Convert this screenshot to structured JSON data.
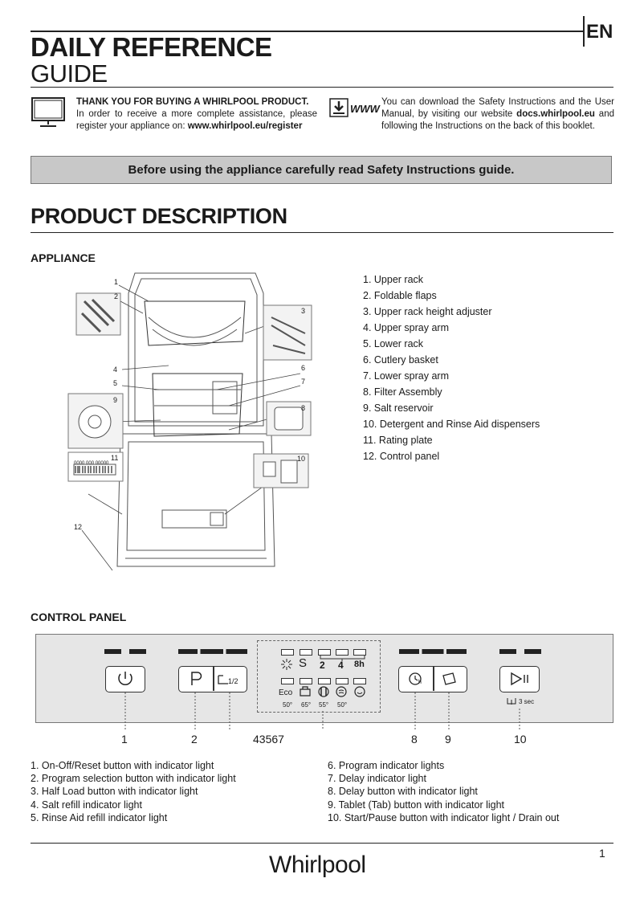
{
  "header": {
    "lang": "EN",
    "title_line1": "DAILY REFERENCE",
    "title_line2": "GUIDE"
  },
  "intro": {
    "thanks_bold": "THANK YOU FOR BUYING A WHIRLPOOL PRODUCT.",
    "thanks_text": "In order to receive a more complete assistance, please register your appliance on: ",
    "register_url": "www.whirlpool.eu/register",
    "download_text_1": "You can download the Safety Instructions and the User Manual, by visiting our website ",
    "docs_url": "docs.whirlpool.eu",
    "download_text_2": " and following the Instructions on the back of this booklet.",
    "www_label": "WWW"
  },
  "banner": "Before using the appliance carefully read Safety Instructions guide.",
  "product_description": {
    "heading": "PRODUCT  DESCRIPTION",
    "appliance_heading": "APPLIANCE",
    "parts": [
      "1.  Upper rack",
      "2.  Foldable flaps",
      "3.  Upper rack height adjuster",
      "4.  Upper spray arm",
      "5.  Lower rack",
      "6.  Cutlery basket",
      "7.  Lower spray arm",
      "8.  Filter Assembly",
      "9.  Salt reservoir",
      "10.  Detergent and Rinse Aid dispensers",
      "11.  Rating plate",
      "12.  Control panel"
    ],
    "callouts": [
      "1",
      "2",
      "3",
      "4",
      "5",
      "6",
      "7",
      "8",
      "9",
      "10",
      "11",
      "12"
    ],
    "rating_plate_text": "0000 000 00000"
  },
  "control_panel": {
    "heading": "CONTROL PANEL",
    "half_load": "1/2",
    "salt_symbol": "S",
    "delays": [
      "2",
      "4",
      "8h"
    ],
    "programs": [
      "Eco",
      "",
      "",
      "",
      ""
    ],
    "temps": [
      "50°",
      "65°",
      "55°",
      "50°"
    ],
    "delay_button_label": "h",
    "start_hint": "3 sec",
    "callout_numbers": [
      "1",
      "2",
      "43567",
      "8",
      "9",
      "10"
    ],
    "legend_left": [
      "1.  On-Off/Reset button with indicator light",
      "2.  Program selection button with indicator light",
      "3.  Half Load button with indicator light",
      "4.  Salt refill indicator light",
      "5.  Rinse Aid refill indicator light"
    ],
    "legend_right": [
      "6.  Program indicator lights",
      "7.  Delay indicator light",
      "8.  Delay button with indicator light",
      "9.  Tablet (Tab) button with indicator light",
      "10.  Start/Pause button with indicator light / Drain out"
    ]
  },
  "footer": {
    "page_number": "1",
    "brand": "Whirlpool"
  }
}
